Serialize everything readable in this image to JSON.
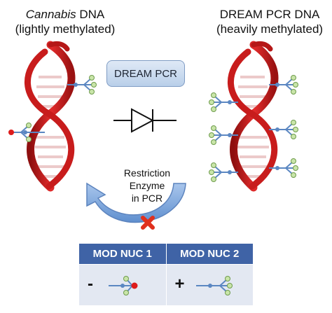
{
  "left_title": {
    "italic": "Cannabis",
    "rest": " DNA",
    "line2": "(lightly methylated)"
  },
  "right_title": {
    "line1": "DREAM PCR DNA",
    "line2": "(heavily methylated)"
  },
  "pcr_box_label": "DREAM PCR",
  "enzyme_label": {
    "line1": "Restriction",
    "line2": "Enzyme",
    "line3": "in PCR"
  },
  "table": {
    "headers": [
      "MOD NUC 1",
      "MOD NUC 2"
    ],
    "signs": [
      "-",
      "+"
    ]
  },
  "colors": {
    "dna_red": "#d11f1f",
    "rung_light": "#f2d3d3",
    "arrow_blue": "#7fa6d9",
    "table_header": "#3f63a6",
    "table_cell": "#e3e8f2",
    "methyl_dot": "#c9e5a9",
    "methyl_red": "#dd1c1c",
    "cross_red": "#e0301d"
  }
}
